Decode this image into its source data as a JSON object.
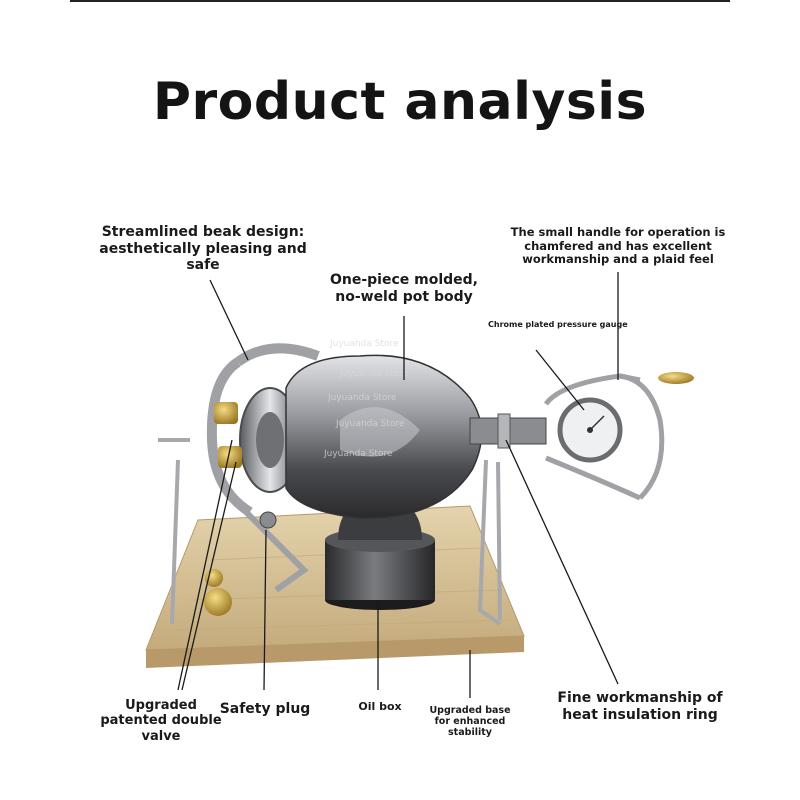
{
  "title": "Product analysis",
  "labels": {
    "beak": "Streamlined beak design: aesthetically pleasing and safe",
    "handle": "The small handle for operation is chamfered and has excellent workmanship and a plaid feel",
    "pot_body": "One-piece molded, no-weld pot body",
    "gauge": "Chrome plated pressure gauge",
    "double_valve": "Upgraded patented double valve",
    "safety_plug": "Safety plug",
    "oil_box": "Oil box",
    "base": "Upgraded base for enhanced stability",
    "insulation_ring": "Fine workmanship of heat insulation ring"
  },
  "watermark": "Juyuanda Store",
  "colors": {
    "metal_dark": "#3a3a3c",
    "metal_mid": "#8a8c90",
    "metal_light": "#d9dbde",
    "brass": "#c9a233",
    "wood": "#d6c29a",
    "leader_line": "#1a1a1a"
  }
}
